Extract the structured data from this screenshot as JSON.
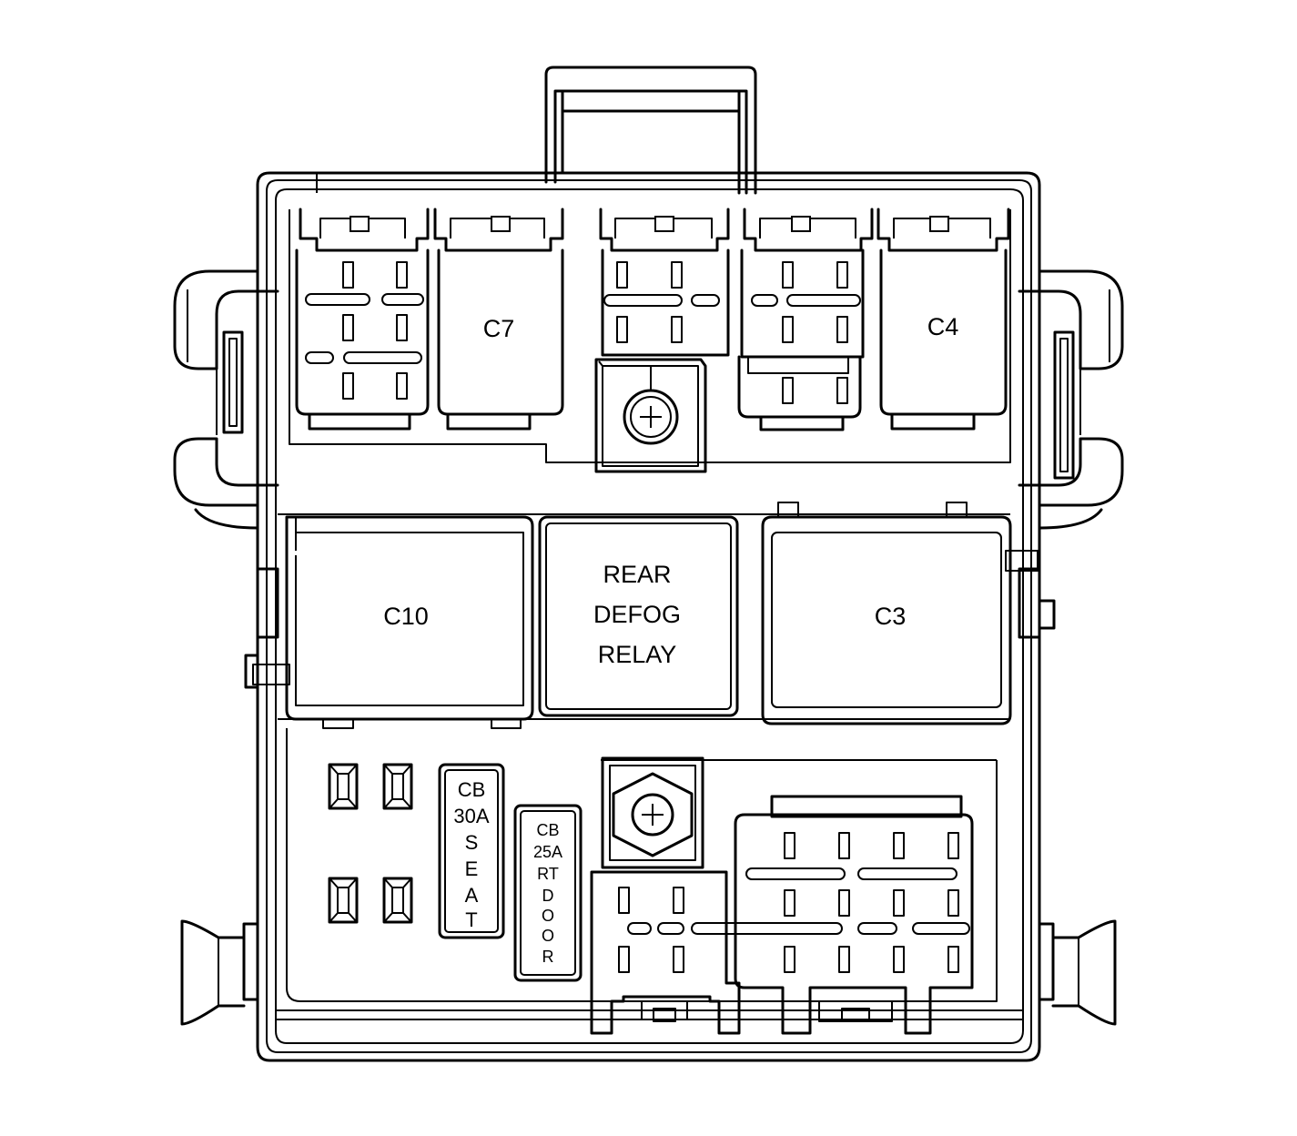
{
  "components": {
    "c7": "C7",
    "c4": "C4",
    "c10": "C10",
    "c3": "C3",
    "relay": [
      "REAR",
      "DEFOG",
      "RELAY"
    ],
    "cb_seat": [
      "CB",
      "30A",
      "S",
      "E",
      "A",
      "T"
    ],
    "cb_door": [
      "CB",
      "25A",
      "RT",
      "D",
      "O",
      "O",
      "R"
    ]
  },
  "colors": {
    "line": "#000000",
    "background": "#ffffff"
  },
  "icons": {
    "stud": "stud-bolt-icon",
    "nut": "hex-nut-icon"
  }
}
